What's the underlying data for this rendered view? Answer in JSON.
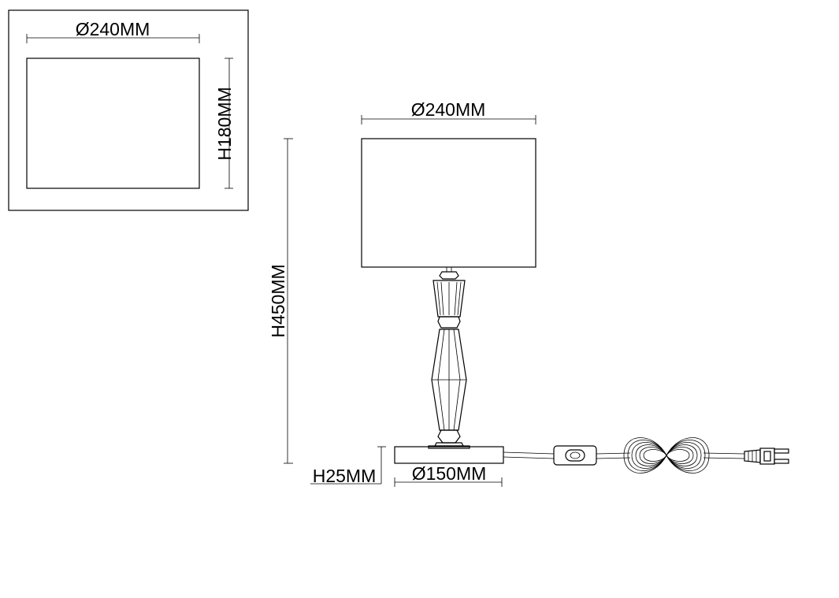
{
  "shade_detail": {
    "diameter_label": "Ø240MM",
    "height_label": "H180MM"
  },
  "lamp": {
    "shade_diameter_label": "Ø240MM",
    "total_height_label": "H450MM",
    "base_height_label": "H25MM",
    "base_diameter_label": "Ø150MM"
  }
}
